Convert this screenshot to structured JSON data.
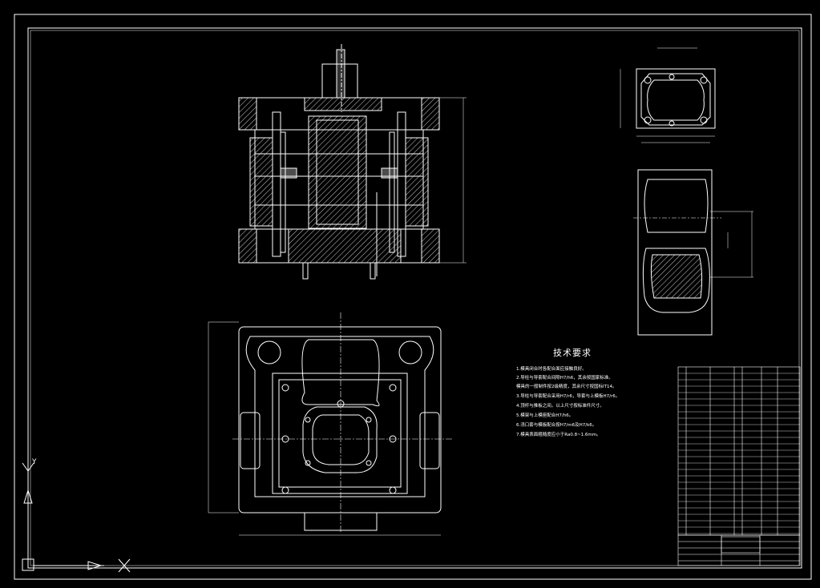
{
  "tech_requirements": {
    "title": "技术要求",
    "lines": [
      "1.模具闭合时各配合面应接触良好。",
      "2.导柱与导套配合间隙H7/h6，其余按国家标准。",
      "   模具的一般制件按2级精度，其余尺寸按国标IT14。",
      "3.导柱与导套配合采用H7/r6，导套与上模板H7/r6。",
      "4.顶杆与推板之间。以上尺寸按标准件尺寸。",
      "5.模架与上模座配合H7/h6。",
      "6.浇口套与模板配合按H7/m6及H7/k6。",
      "7.模具表面粗糙度应小于Ra0.8~1.6mm。"
    ]
  },
  "ucs": {
    "y_label": "Y",
    "x_label": "X"
  }
}
